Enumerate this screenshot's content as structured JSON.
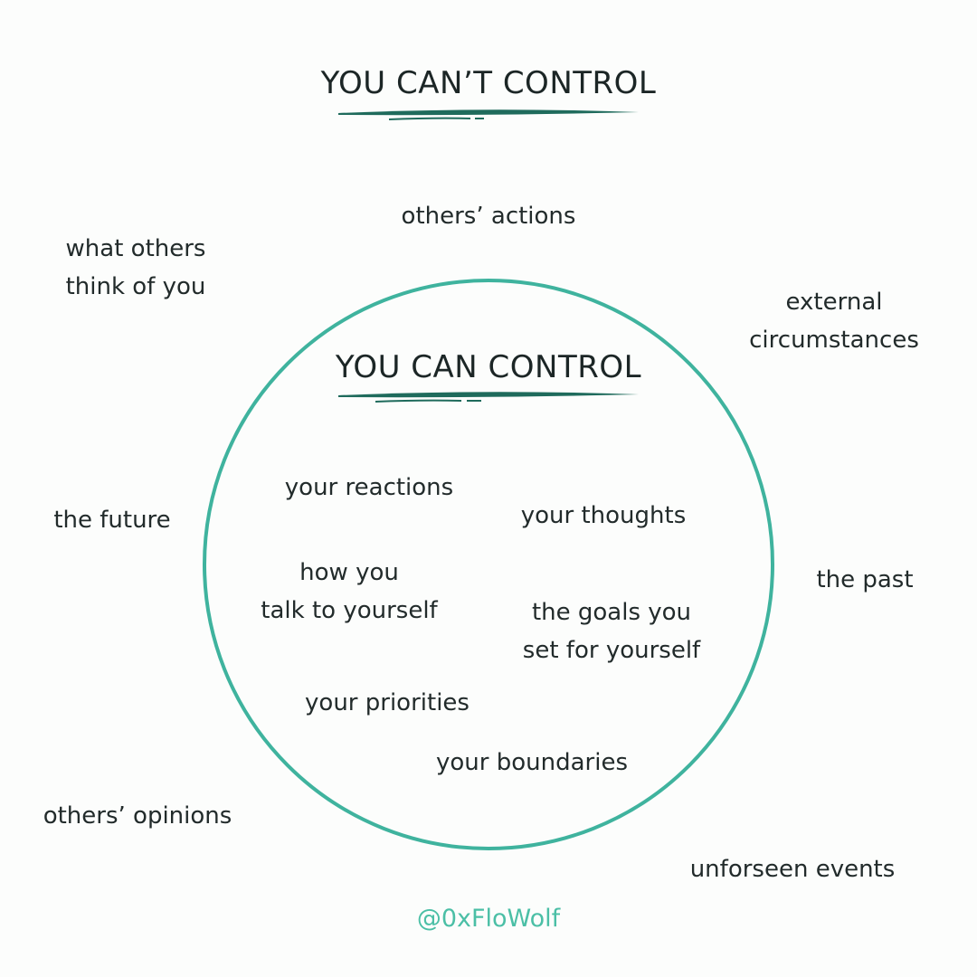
{
  "colors": {
    "circle": "#3fb39e",
    "underline": "#1f6b5c",
    "handle": "#4bbfa6",
    "text": "#222b2b",
    "background": "#fcfdfc"
  },
  "outer": {
    "title": "YOU CAN’T CONTROL",
    "items": {
      "others_actions": "others’ actions",
      "what_others_line1": "what others",
      "what_others_line2": "think of you",
      "external_line1": "external",
      "external_line2": "circumstances",
      "the_future": "the future",
      "the_past": "the past",
      "others_opinions": "others’ opinions",
      "unforseen_events": "unforseen events"
    }
  },
  "inner": {
    "title": "YOU CAN CONTROL",
    "items": {
      "your_reactions": "your reactions",
      "your_thoughts": "your thoughts",
      "how_you_line1": "how you",
      "how_you_line2": "talk to yourself",
      "goals_line1": "the goals you",
      "goals_line2": "set for yourself",
      "your_priorities": "your priorities",
      "your_boundaries": "your boundaries"
    }
  },
  "handle": "@0xFloWolf"
}
